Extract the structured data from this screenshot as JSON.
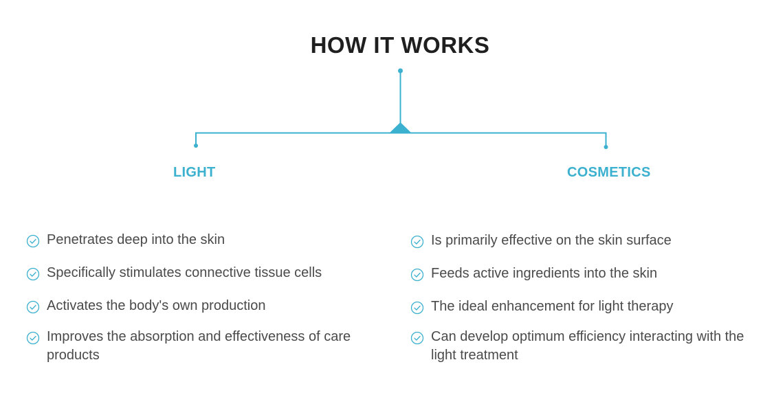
{
  "header": {
    "title": "HOW IT WORKS"
  },
  "colors": {
    "accent": "#3bb0cf",
    "title": "#1f1f1f",
    "text": "#4a4a4a"
  },
  "columns": {
    "light": {
      "heading": "LIGHT",
      "items": [
        "Penetrates deep into the skin",
        "Specifically stimulates connective tissue cells",
        "Activates the body's own production",
        "Improves the absorption and effectiveness of care products"
      ]
    },
    "cosmetics": {
      "heading": "COSMETICS",
      "items": [
        "Is primarily effective on the skin surface",
        "Feeds active ingredients into the skin",
        "The ideal enhancement for light therapy",
        "Can develop optimum efficiency interacting with the light treatment"
      ]
    }
  },
  "icons": {
    "bullet": "check-circle-icon"
  }
}
